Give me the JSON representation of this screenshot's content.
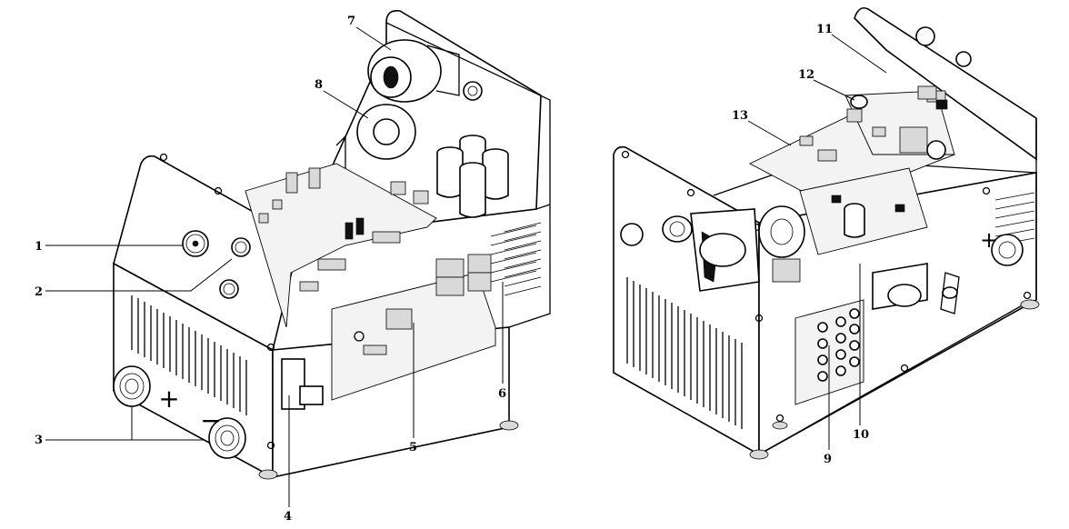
{
  "callouts": {
    "c1": "1",
    "c2": "2",
    "c3": "3",
    "c4": "4",
    "c5": "5",
    "c6": "6",
    "c7": "7",
    "c8": "8",
    "c9": "9",
    "c10": "10",
    "c11": "11",
    "c12": "12",
    "c13": "13"
  },
  "terminal_marks": {
    "plus_left": "+",
    "minus_left": "−",
    "plus_right": "+"
  }
}
